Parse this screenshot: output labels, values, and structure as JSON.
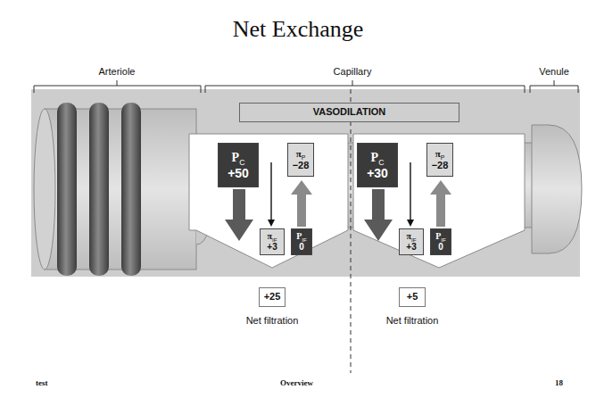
{
  "diagram": {
    "title": "Net Exchange",
    "nodes": [
      {
        "text": [
          "VASODILATION"
        ]
      },
      {
        "text": [
          "P",
          "C",
          "+50"
        ]
      },
      {
        "text": [
          "π",
          "P",
          "−28"
        ]
      },
      {
        "text": [
          "π",
          "IF",
          "+3"
        ]
      },
      {
        "text": [
          "P",
          "IF",
          "0"
        ]
      },
      {
        "text": [
          "+25",
          "Net filtration"
        ]
      },
      {
        "text": [
          "P",
          "C",
          "+30"
        ]
      },
      {
        "text": [
          "π",
          "P",
          "−28"
        ]
      },
      {
        "text": [
          "π",
          "IF",
          "+3"
        ]
      },
      {
        "text": [
          "P",
          "IF",
          "0"
        ]
      },
      {
        "text": [
          "+5",
          "Net filtration"
        ]
      }
    ],
    "labels": [
      "Arteriole",
      "Capillary",
      "Venule",
      "test",
      "Overview",
      "18"
    ]
  }
}
